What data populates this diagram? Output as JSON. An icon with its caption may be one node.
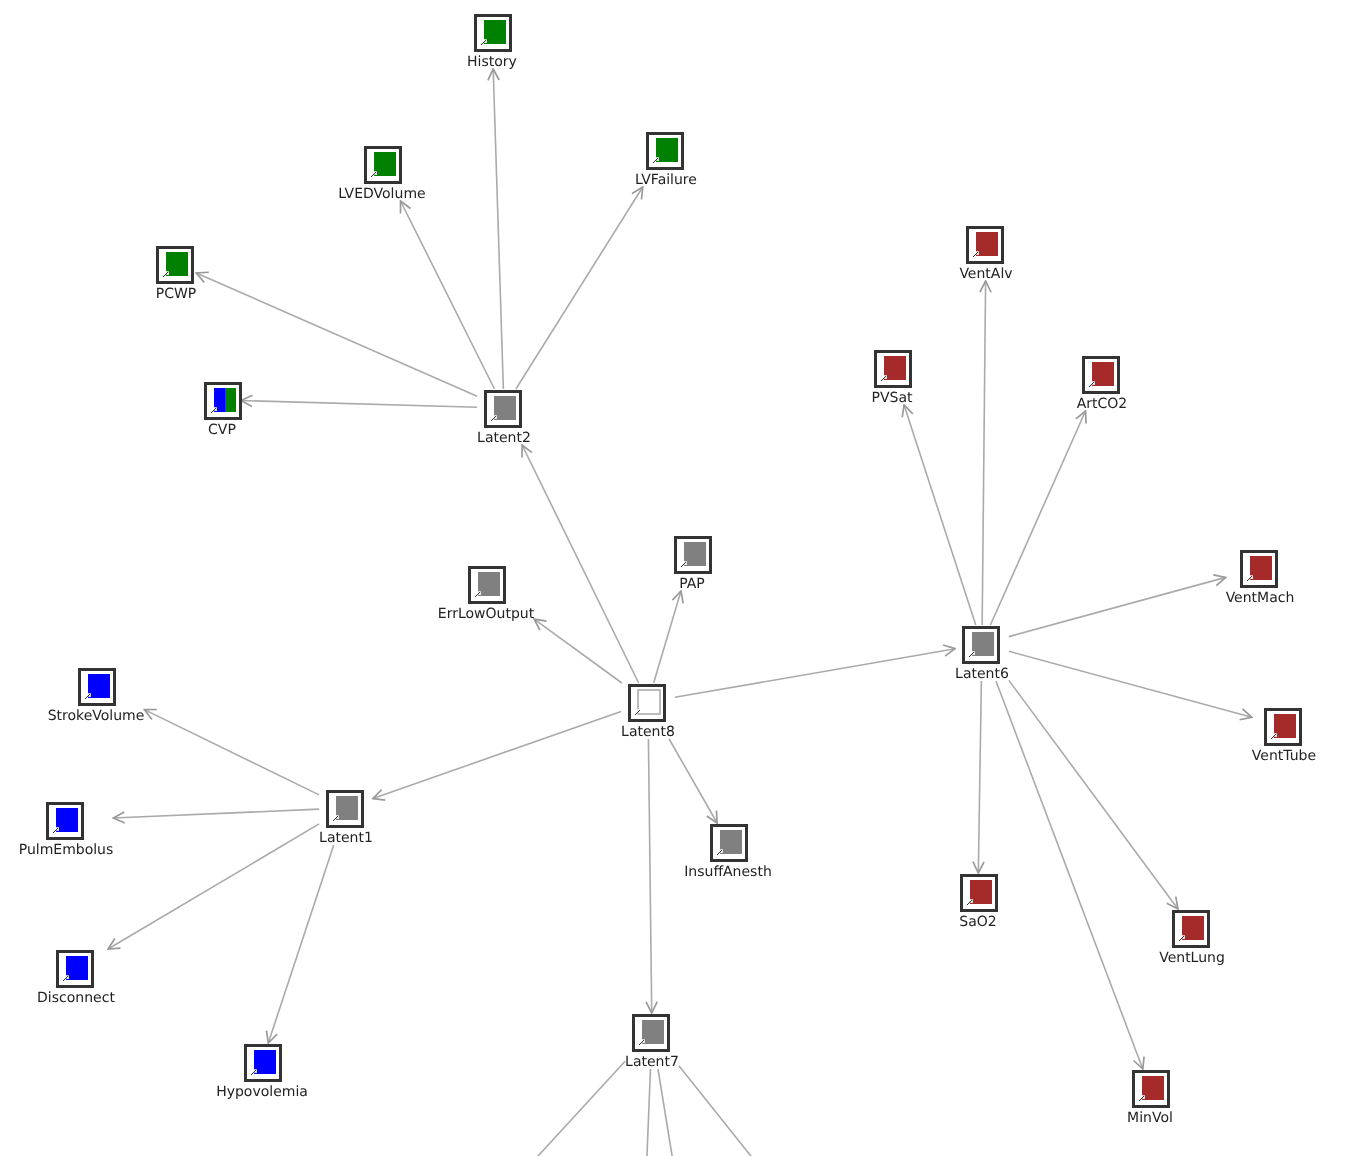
{
  "diagram": {
    "nodes": [
      {
        "text": [
          "History"
        ]
      },
      {
        "text": [
          "LVEDVolume"
        ]
      },
      {
        "text": [
          "LVFailure"
        ]
      },
      {
        "text": [
          "PCWP"
        ]
      },
      {
        "text": [
          "CVP"
        ]
      },
      {
        "text": [
          "Latent2"
        ]
      },
      {
        "text": [
          "VentAlv"
        ]
      },
      {
        "text": [
          "PVSat"
        ]
      },
      {
        "text": [
          "ArtCO2"
        ]
      },
      {
        "text": [
          "PAP"
        ]
      },
      {
        "text": [
          "ErrLowOutput"
        ]
      },
      {
        "text": [
          "VentMach"
        ]
      },
      {
        "text": [
          "Latent6"
        ]
      },
      {
        "text": [
          "StrokeVolume"
        ]
      },
      {
        "text": [
          "Latent8"
        ]
      },
      {
        "text": [
          "VentTube"
        ]
      },
      {
        "text": [
          "Latent1"
        ]
      },
      {
        "text": [
          "PulmEmbolus"
        ]
      },
      {
        "text": [
          "InsuffAnesth"
        ]
      },
      {
        "text": [
          "SaO2"
        ]
      },
      {
        "text": [
          "Disconnect"
        ]
      },
      {
        "text": [
          "VentLung"
        ]
      },
      {
        "text": [
          "Hypovolemia"
        ]
      },
      {
        "text": [
          "Latent7"
        ]
      },
      {
        "text": [
          "MinVol"
        ]
      }
    ],
    "edges": [
      {
        "from": 5,
        "to": 0,
        "arrow": "to"
      },
      {
        "from": 5,
        "to": 1,
        "arrow": "to"
      },
      {
        "from": 5,
        "to": 2,
        "arrow": "to"
      },
      {
        "from": 5,
        "to": 3,
        "arrow": "to"
      },
      {
        "from": 5,
        "to": 4,
        "arrow": "to"
      },
      {
        "from": 14,
        "to": 5,
        "arrow": "to"
      },
      {
        "from": 14,
        "to": 10,
        "arrow": "to"
      },
      {
        "from": 14,
        "to": 9,
        "arrow": "to"
      },
      {
        "from": 14,
        "to": 12,
        "arrow": "to"
      },
      {
        "from": 14,
        "to": 16,
        "arrow": "to"
      },
      {
        "from": 14,
        "to": 18,
        "arrow": "to"
      },
      {
        "from": 14,
        "to": 23,
        "arrow": "to"
      },
      {
        "from": 12,
        "to": 6,
        "arrow": "to"
      },
      {
        "from": 12,
        "to": 7,
        "arrow": "to"
      },
      {
        "from": 12,
        "to": 8,
        "arrow": "to"
      },
      {
        "from": 12,
        "to": 11,
        "arrow": "to"
      },
      {
        "from": 12,
        "to": 15,
        "arrow": "to"
      },
      {
        "from": 12,
        "to": 19,
        "arrow": "to"
      },
      {
        "from": 12,
        "to": 21,
        "arrow": "to"
      },
      {
        "from": 12,
        "to": 24,
        "arrow": "to"
      },
      {
        "from": 16,
        "to": 13,
        "arrow": "to"
      },
      {
        "from": 16,
        "to": 17,
        "arrow": "to"
      },
      {
        "from": 16,
        "to": 20,
        "arrow": "to"
      },
      {
        "from": 16,
        "to": 22,
        "arrow": "to"
      },
      {
        "from": 23,
        "to": null,
        "arrow": "none"
      },
      {
        "from": 23,
        "to": null,
        "arrow": "none"
      },
      {
        "from": 23,
        "to": null,
        "arrow": "none"
      },
      {
        "from": 23,
        "to": null,
        "arrow": "none"
      }
    ]
  }
}
